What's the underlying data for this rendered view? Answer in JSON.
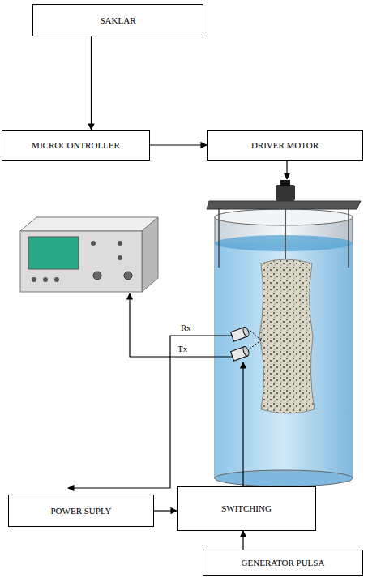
{
  "diagram": {
    "nodes": [
      {
        "text": [
          "SAKLAR"
        ]
      },
      {
        "text": [
          "MICROCONTROLLER"
        ]
      },
      {
        "text": [
          "DRIVER MOTOR"
        ]
      },
      {
        "text": [
          "POWER SUPLY"
        ]
      },
      {
        "text": [
          "SWITCHING"
        ]
      },
      {
        "text": [
          "GENERATOR PULSA"
        ]
      }
    ],
    "edges": [
      {
        "from": 0,
        "to": 1,
        "arrow": "to"
      },
      {
        "from": 1,
        "to": 2,
        "arrow": "to"
      },
      {
        "from": 3,
        "to": 4,
        "arrow": "to"
      },
      {
        "from": 5,
        "to": 4,
        "arrow": "to"
      }
    ],
    "labels": [
      "Rx",
      "Tx"
    ]
  }
}
